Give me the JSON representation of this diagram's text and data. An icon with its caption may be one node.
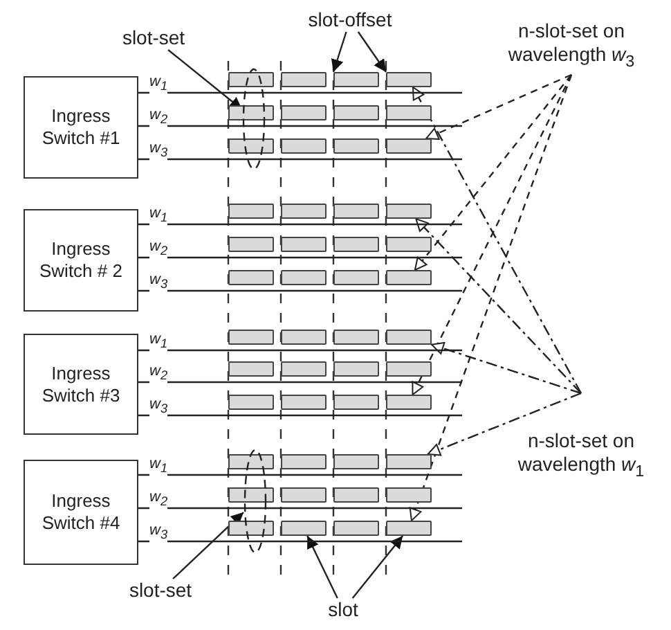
{
  "diagram": {
    "nodes": [
      {
        "text": [
          "slot-set"
        ]
      },
      {
        "text": [
          "slot-offset"
        ]
      },
      {
        "text": [
          "n-slot-set on wavelength *w*$_{3}$"
        ]
      },
      {
        "text": [
          "Ingress Switch #1"
        ]
      },
      {
        "text": [],
        "shape": "ellipse"
      },
      {
        "text": [],
        "shape": "box"
      },
      {
        "text": [],
        "shape": "box"
      },
      {
        "text": [],
        "shape": "box"
      },
      {
        "text": [],
        "shape": "box"
      },
      {
        "text": [],
        "shape": "box"
      },
      {
        "text": [],
        "shape": "box"
      },
      {
        "text": [],
        "shape": "box"
      },
      {
        "text": [],
        "shape": "box"
      },
      {
        "text": [],
        "shape": "box"
      },
      {
        "text": [],
        "shape": "box"
      },
      {
        "text": [],
        "shape": "box"
      },
      {
        "text": [],
        "shape": "box"
      },
      {
        "text": [
          "Ingress Switch # 2"
        ]
      },
      {
        "text": [],
        "shape": "box"
      },
      {
        "text": [],
        "shape": "box"
      },
      {
        "text": [],
        "shape": "box"
      },
      {
        "text": [],
        "shape": "box"
      },
      {
        "text": [],
        "shape": "box"
      },
      {
        "text": [],
        "shape": "box"
      },
      {
        "text": [],
        "shape": "box"
      },
      {
        "text": [],
        "shape": "box"
      },
      {
        "text": [],
        "shape": "box"
      },
      {
        "text": [],
        "shape": "box"
      },
      {
        "text": [],
        "shape": "box"
      },
      {
        "text": [],
        "shape": "box"
      },
      {
        "text": [
          "Ingress Switch #3"
        ]
      },
      {
        "text": [],
        "shape": "box"
      },
      {
        "text": [],
        "shape": "box"
      },
      {
        "text": [],
        "shape": "box"
      },
      {
        "text": [],
        "shape": "box"
      },
      {
        "text": [],
        "shape": "box"
      },
      {
        "text": [],
        "shape": "box"
      },
      {
        "text": [],
        "shape": "box"
      },
      {
        "text": [],
        "shape": "box"
      },
      {
        "text": [],
        "shape": "box"
      },
      {
        "text": [],
        "shape": "box"
      },
      {
        "text": [],
        "shape": "box"
      },
      {
        "text": [],
        "shape": "box"
      },
      {
        "text": [
          "n-slot-set on wavelength *w*$_{1}$"
        ]
      },
      {
        "text": [
          "Ingress Switch #4"
        ]
      },
      {
        "text": [],
        "shape": "ellipse"
      },
      {
        "text": [],
        "shape": "box"
      },
      {
        "text": [],
        "shape": "box"
      },
      {
        "text": [],
        "shape": "box"
      },
      {
        "text": [],
        "shape": "box"
      },
      {
        "text": [],
        "shape": "box"
      },
      {
        "text": [],
        "shape": "box"
      },
      {
        "text": [],
        "shape": "box"
      },
      {
        "text": [],
        "shape": "box"
      },
      {
        "text": [],
        "shape": "box"
      },
      {
        "text": [],
        "shape": "box"
      },
      {
        "text": [],
        "shape": "box"
      },
      {
        "text": [],
        "shape": "box"
      },
      {
        "text": [
          "slot-set"
        ]
      },
      {
        "text": [
          "slot"
        ]
      }
    ],
    "edges": [
      {
        "from": 0,
        "to": 4,
        "arrow": "to"
      },
      {
        "from": 1,
        "to": 7,
        "arrow": "to"
      },
      {
        "from": 1,
        "to": 8,
        "arrow": "to"
      },
      {
        "from": 2,
        "to": 16,
        "arrow": "to",
        "style": "dashed"
      },
      {
        "from": 2,
        "to": 29,
        "arrow": "to",
        "style": "dashed"
      },
      {
        "from": 2,
        "to": 42,
        "arrow": "to",
        "style": "dashed"
      },
      {
        "from": 2,
        "to": 57,
        "arrow": "to",
        "style": "dashed"
      },
      {
        "from": 43,
        "to": 8,
        "arrow": "to",
        "style": "dashed"
      },
      {
        "from": 43,
        "to": 21,
        "arrow": "to",
        "style": "dashed"
      },
      {
        "from": 43,
        "to": 34,
        "arrow": "to",
        "style": "dashed"
      },
      {
        "from": 43,
        "to": 49,
        "arrow": "to",
        "style": "dashed"
      },
      {
        "from": 58,
        "to": 45,
        "arrow": "to"
      },
      {
        "from": 59,
        "to": 55,
        "arrow": "to"
      },
      {
        "from": 59,
        "to": 57,
        "arrow": "to"
      },
      {
        "from": 3,
        "to": null,
        "arrow": "none",
        "label": "w$_{1}$"
      },
      {
        "from": 3,
        "to": null,
        "arrow": "none",
        "label": "w$_{2}$"
      },
      {
        "from": 3,
        "to": null,
        "arrow": "none",
        "label": "w$_{3}$"
      },
      {
        "from": 17,
        "to": null,
        "arrow": "none",
        "label": "w$_{1}$"
      },
      {
        "from": 17,
        "to": null,
        "arrow": "none",
        "label": "w$_{2}$"
      },
      {
        "from": 17,
        "to": null,
        "arrow": "none",
        "label": "w$_{3}$"
      },
      {
        "from": 30,
        "to": null,
        "arrow": "none",
        "label": "w$_{1}$"
      },
      {
        "from": 30,
        "to": null,
        "arrow": "none",
        "label": "w$_{2}$"
      },
      {
        "from": 30,
        "to": null,
        "arrow": "none",
        "label": "w$_{3}$"
      },
      {
        "from": 44,
        "to": null,
        "arrow": "none",
        "label": "w$_{1}$"
      },
      {
        "from": 44,
        "to": null,
        "arrow": "none",
        "label": "w$_{2}$"
      },
      {
        "from": 44,
        "to": null,
        "arrow": "none",
        "label": "w$_{3}$"
      }
    ]
  }
}
